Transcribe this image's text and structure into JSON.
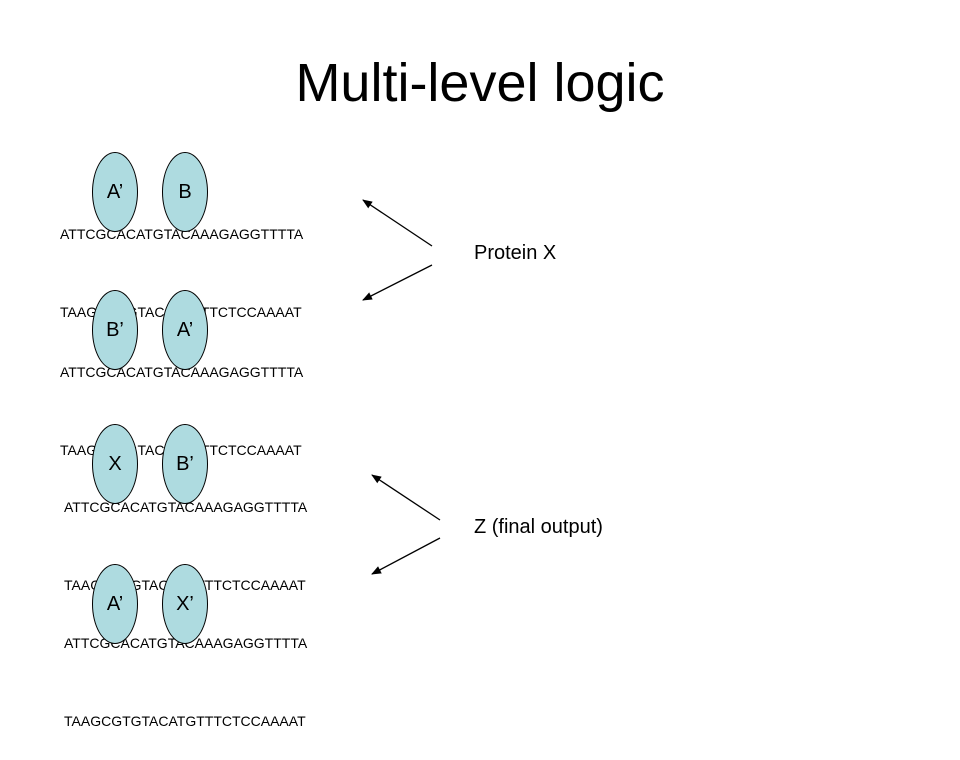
{
  "title": "Multi-level logic",
  "dna": {
    "top_strand": "ATTCGCACATGTACAAAGAGGTTTTA",
    "bottom_strand": "TAAGCGTGTACATGTTTCTCCAAAAT"
  },
  "constructs": [
    {
      "left_bead": "A’",
      "right_bead": "B"
    },
    {
      "left_bead": "B’",
      "right_bead": "A’"
    },
    {
      "left_bead": "X",
      "right_bead": "B’"
    },
    {
      "left_bead": "A’",
      "right_bead": "X’"
    }
  ],
  "outputs": {
    "protein_x": "Protein X",
    "final_output": "Z (final output)"
  },
  "colors": {
    "bead_fill": "#aedbe0",
    "line": "#000000"
  }
}
